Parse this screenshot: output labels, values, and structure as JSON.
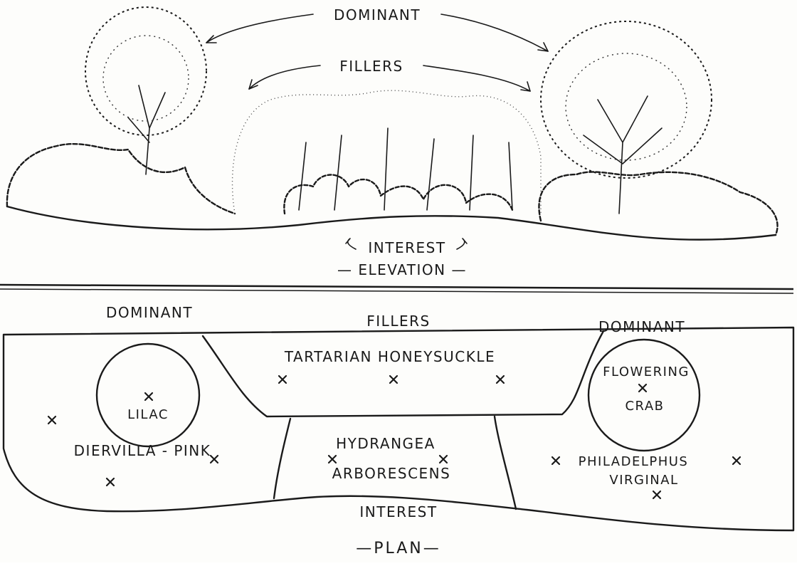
{
  "elevation": {
    "dominant_label": "DOMINANT",
    "fillers_label": "FILLERS",
    "interest_label": "INTEREST",
    "title": "— ELEVATION —"
  },
  "plan": {
    "left_dominant": "DOMINANT",
    "fillers": "FILLERS",
    "right_dominant": "DOMINANT",
    "honeysuckle": "TARTARIAN HONEYSUCKLE",
    "lilac": "LILAC",
    "flowering": "FLOWERING",
    "crab": "CRAB",
    "diervilla": "DIERVILLA - PINK",
    "hydrangea": "HYDRANGEA",
    "arborescens": "ARBORESCENS",
    "philadelphus": "PHILADELPHUS",
    "virginal": "VIRGINAL",
    "interest": "INTEREST",
    "title": "—PLAN—"
  }
}
